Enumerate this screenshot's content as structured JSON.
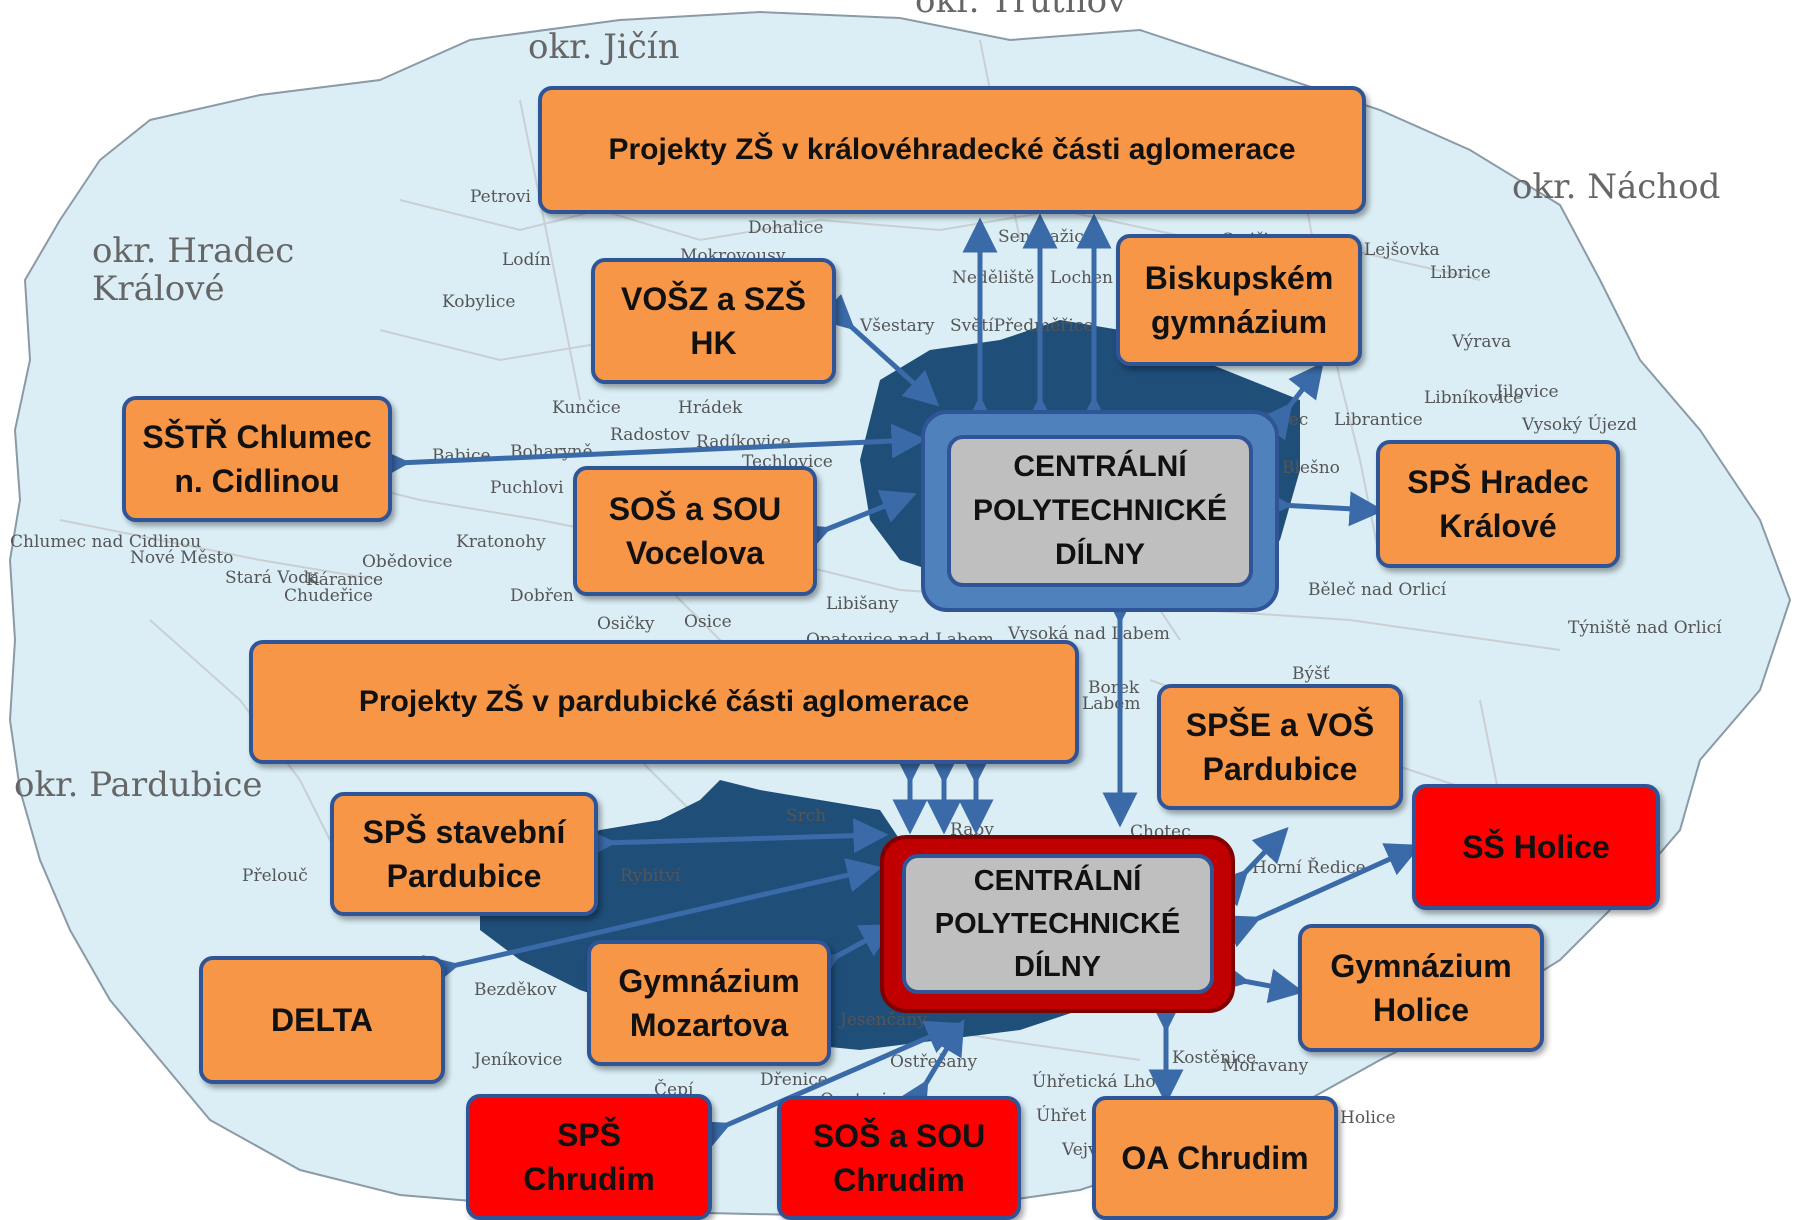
{
  "colors": {
    "map_fill": "#dbeef6",
    "city_fill": "#1f4e79",
    "box_orange": "#f79646",
    "box_red": "#ff0000",
    "border_blue": "#2f5597",
    "hub_blue": "#4f81bd",
    "hub_red": "#c00000",
    "hub_inner": "#bfbfbf",
    "arrow": "#3a6aa8"
  },
  "districts": {
    "jicin": "okr. Jičín",
    "trutnov": "okr. Trutnov",
    "nachod": "okr. Náchod",
    "hradec": "okr. Hradec\nKrálové",
    "pardubice": "okr. Pardubice"
  },
  "map_labels": [
    "Petrovi",
    "Dohalice",
    "Sendražice",
    "Smiřice",
    "Lejšovka",
    "Librice",
    "Lodín",
    "Mokrovousy",
    "Neděliště",
    "Lochen",
    "Kobylice",
    "Všestary",
    "SvětíPředměřice",
    "Výrava",
    "Kunčice",
    "Hrádek",
    "Libníkovice",
    "Jilovice",
    "Radostov",
    "Radíkovice",
    "Divec",
    "Librantice",
    "Vysoký Újezd",
    "Babice",
    "Boharyně",
    "Techlovice",
    "Blešno",
    "Puchlovi",
    "Kratonohy",
    "Chlumec nad Cidlinou",
    "Nové Město",
    "Obědovice",
    "Stará Voda",
    "Káranice",
    "Chudeřice",
    "Dobřen",
    "Běleč nad Orlicí",
    "Libišany",
    "Osičky",
    "Osice",
    "Opatovice nad Labem",
    "Vysoká nad Labem",
    "Týniště nad Orlicí",
    "Býšť",
    "Borek",
    "Labem",
    "Srch",
    "Raby",
    "Chotec",
    "Horní Ředice",
    "Přelouč",
    "Rybitví",
    "Bezděkov",
    "Jeníkovice",
    "Čepí",
    "Dřenice",
    "Ostřešany",
    "Úhřetická Lhota",
    "Moravany",
    "Jesenčany",
    "Kostěnice",
    "Úhřet",
    "Vejv",
    "Opatovice",
    "Holice"
  ],
  "hubs": {
    "hradec": "CENTRÁLNÍ\nPOLYTECHNICKÉ\nDÍLNY",
    "pardubice": "CENTRÁLNÍ\nPOLYTECHNICKÉ\nDÍLNY"
  },
  "boxes": {
    "projekty_hk": "Projekty ZŠ v královéhradecké části aglomerace",
    "voszs": "VOŠZ a SZŠ\nHK",
    "biskup": "Biskupském\ngymnázium",
    "sstr": "SŠTŘ Chlumec\nn. Cidlinou",
    "sos_vocelova": "SOŠ a SOU\nVocelova",
    "sps_hk": "SPŠ Hradec\nKrálové",
    "projekty_pa": "Projekty ZŠ v pardubické části aglomerace",
    "spse": "SPŠE a VOŠ\nPardubice",
    "sps_stav": "SPŠ stavební\nPardubice",
    "ss_holice": "SŠ Holice",
    "delta": "DELTA",
    "gym_moz": "Gymnázium\nMozartova",
    "gym_hol": "Gymnázium\nHolice",
    "sps_chr": "SPŠ\nChrudim",
    "sos_chr": "SOŠ a SOU\nChrudim",
    "oa_chr": "OA Chrudim"
  }
}
